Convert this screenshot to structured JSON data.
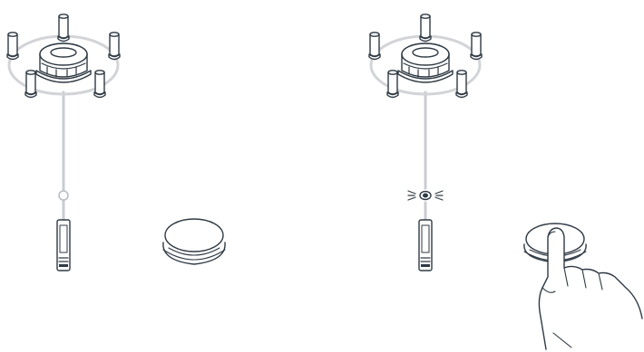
{
  "diagram": {
    "panels": [
      {
        "state": "idle",
        "led": "off",
        "button_pressed": false,
        "antenna_posts": 5
      },
      {
        "state": "pressed",
        "led": "blinking",
        "button_pressed": true,
        "antenna_posts": 5
      }
    ],
    "colors": {
      "line": "#2f3a44",
      "fill": "#ffffff",
      "cable": "#c9ccd0",
      "ring": "#d2d4d7",
      "led_on": "#2f3a44"
    },
    "icons": [
      "base-station-icon",
      "cable-icon",
      "led-indicator-icon",
      "remote-transmitter-icon",
      "push-button-icon",
      "hand-icon"
    ]
  }
}
